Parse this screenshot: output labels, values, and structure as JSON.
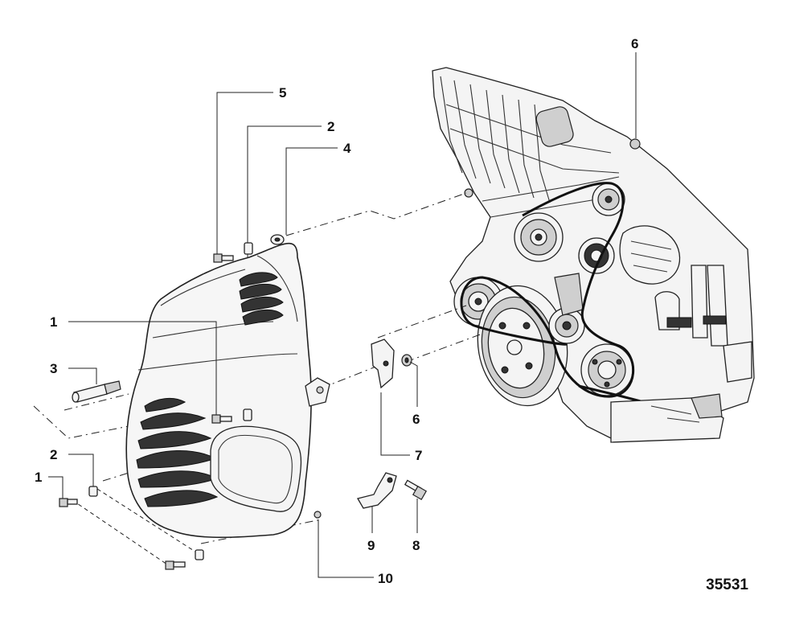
{
  "figure_number": "35531",
  "callouts": [
    {
      "id": "c1a",
      "label": "1"
    },
    {
      "id": "c1b",
      "label": "1"
    },
    {
      "id": "c2a",
      "label": "2"
    },
    {
      "id": "c2b",
      "label": "2"
    },
    {
      "id": "c3",
      "label": "3"
    },
    {
      "id": "c4",
      "label": "4"
    },
    {
      "id": "c5",
      "label": "5"
    },
    {
      "id": "c6a",
      "label": "6"
    },
    {
      "id": "c6b",
      "label": "6"
    },
    {
      "id": "c7",
      "label": "7"
    },
    {
      "id": "c8",
      "label": "8"
    },
    {
      "id": "c9",
      "label": "9"
    },
    {
      "id": "c10",
      "label": "10"
    }
  ]
}
